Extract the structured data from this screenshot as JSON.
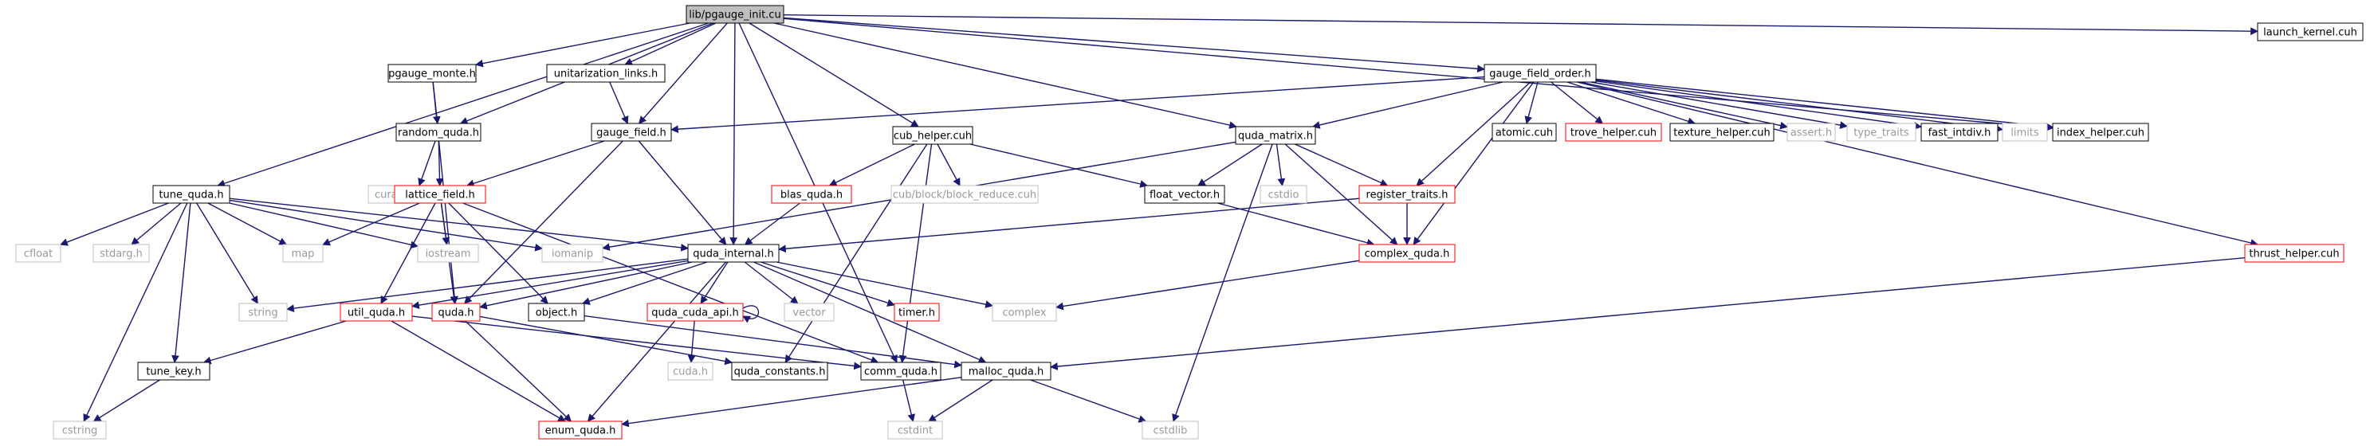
{
  "graph": {
    "nodes": [
      {
        "id": "root",
        "label": "lib/pgauge_init.cu",
        "style": "root"
      },
      {
        "id": "pgauge_monte",
        "label": "pgauge_monte.h",
        "style": "normal"
      },
      {
        "id": "unitarization",
        "label": "unitarization_links.h",
        "style": "normal"
      },
      {
        "id": "gauge_field_order",
        "label": "gauge_field_order.h",
        "style": "normal"
      },
      {
        "id": "launch_kernel",
        "label": "launch_kernel.cuh",
        "style": "normal"
      },
      {
        "id": "random_quda",
        "label": "random_quda.h",
        "style": "normal"
      },
      {
        "id": "gauge_field",
        "label": "gauge_field.h",
        "style": "normal"
      },
      {
        "id": "cub_helper",
        "label": "cub_helper.cuh",
        "style": "normal"
      },
      {
        "id": "quda_matrix",
        "label": "quda_matrix.h",
        "style": "normal"
      },
      {
        "id": "atomic",
        "label": "atomic.cuh",
        "style": "normal"
      },
      {
        "id": "trove_helper",
        "label": "trove_helper.cuh",
        "style": "red"
      },
      {
        "id": "texture_helper",
        "label": "texture_helper.cuh",
        "style": "normal"
      },
      {
        "id": "assert",
        "label": "assert.h",
        "style": "gray"
      },
      {
        "id": "type_traits",
        "label": "type_traits",
        "style": "gray"
      },
      {
        "id": "fast_intdiv",
        "label": "fast_intdiv.h",
        "style": "normal"
      },
      {
        "id": "limits",
        "label": "limits",
        "style": "gray"
      },
      {
        "id": "index_helper",
        "label": "index_helper.cuh",
        "style": "normal"
      },
      {
        "id": "curand_kernel",
        "label": "curand_kernel.h",
        "style": "gray"
      },
      {
        "id": "lattice_field",
        "label": "lattice_field.h",
        "style": "red"
      },
      {
        "id": "blas_quda",
        "label": "blas_quda.h",
        "style": "red"
      },
      {
        "id": "block_reduce",
        "label": "cub/block/block_reduce.cuh",
        "style": "gray"
      },
      {
        "id": "float_vector",
        "label": "float_vector.h",
        "style": "normal"
      },
      {
        "id": "cstdio",
        "label": "cstdio",
        "style": "gray"
      },
      {
        "id": "register_traits",
        "label": "register_traits.h",
        "style": "red"
      },
      {
        "id": "tune_quda",
        "label": "tune_quda.h",
        "style": "normal"
      },
      {
        "id": "cfloat",
        "label": "cfloat",
        "style": "gray"
      },
      {
        "id": "stdarg",
        "label": "stdarg.h",
        "style": "gray"
      },
      {
        "id": "map",
        "label": "map",
        "style": "gray"
      },
      {
        "id": "iostream",
        "label": "iostream",
        "style": "gray"
      },
      {
        "id": "iomanip",
        "label": "iomanip",
        "style": "gray"
      },
      {
        "id": "quda_internal",
        "label": "quda_internal.h",
        "style": "normal"
      },
      {
        "id": "complex_quda",
        "label": "complex_quda.h",
        "style": "red"
      },
      {
        "id": "thrust_helper",
        "label": "thrust_helper.cuh",
        "style": "red"
      },
      {
        "id": "string",
        "label": "string",
        "style": "gray"
      },
      {
        "id": "util_quda",
        "label": "util_quda.h",
        "style": "red"
      },
      {
        "id": "quda_h",
        "label": "quda.h",
        "style": "red"
      },
      {
        "id": "object",
        "label": "object.h",
        "style": "normal"
      },
      {
        "id": "quda_cuda_api",
        "label": "quda_cuda_api.h",
        "style": "red"
      },
      {
        "id": "vector",
        "label": "vector",
        "style": "gray"
      },
      {
        "id": "timer",
        "label": "timer.h",
        "style": "red"
      },
      {
        "id": "complex",
        "label": "complex",
        "style": "gray"
      },
      {
        "id": "tune_key",
        "label": "tune_key.h",
        "style": "normal"
      },
      {
        "id": "cuda_h",
        "label": "cuda.h",
        "style": "gray"
      },
      {
        "id": "quda_constants",
        "label": "quda_constants.h",
        "style": "normal"
      },
      {
        "id": "comm_quda",
        "label": "comm_quda.h",
        "style": "normal"
      },
      {
        "id": "malloc_quda",
        "label": "malloc_quda.h",
        "style": "normal"
      },
      {
        "id": "cstring",
        "label": "cstring",
        "style": "gray"
      },
      {
        "id": "enum_quda",
        "label": "enum_quda.h",
        "style": "red"
      },
      {
        "id": "cstdint",
        "label": "cstdint",
        "style": "gray"
      },
      {
        "id": "cstdlib",
        "label": "cstdlib",
        "style": "gray"
      }
    ],
    "edges": [
      [
        "root",
        "pgauge_monte"
      ],
      [
        "root",
        "unitarization"
      ],
      [
        "root",
        "gauge_field_order"
      ],
      [
        "root",
        "launch_kernel"
      ],
      [
        "root",
        "random_quda"
      ],
      [
        "root",
        "gauge_field"
      ],
      [
        "root",
        "cub_helper"
      ],
      [
        "root",
        "quda_matrix"
      ],
      [
        "root",
        "tune_quda"
      ],
      [
        "root",
        "quda_internal"
      ],
      [
        "root",
        "index_helper"
      ],
      [
        "root",
        "comm_quda"
      ],
      [
        "pgauge_monte",
        "random_quda"
      ],
      [
        "pgauge_monte",
        "quda_h"
      ],
      [
        "unitarization",
        "gauge_field"
      ],
      [
        "gauge_field_order",
        "gauge_field"
      ],
      [
        "gauge_field_order",
        "quda_matrix"
      ],
      [
        "gauge_field_order",
        "atomic"
      ],
      [
        "gauge_field_order",
        "trove_helper"
      ],
      [
        "gauge_field_order",
        "texture_helper"
      ],
      [
        "gauge_field_order",
        "assert"
      ],
      [
        "gauge_field_order",
        "type_traits"
      ],
      [
        "gauge_field_order",
        "fast_intdiv"
      ],
      [
        "gauge_field_order",
        "limits"
      ],
      [
        "gauge_field_order",
        "index_helper"
      ],
      [
        "gauge_field_order",
        "register_traits"
      ],
      [
        "gauge_field_order",
        "complex_quda"
      ],
      [
        "gauge_field_order",
        "thrust_helper"
      ],
      [
        "random_quda",
        "curand_kernel"
      ],
      [
        "random_quda",
        "lattice_field"
      ],
      [
        "gauge_field",
        "lattice_field"
      ],
      [
        "gauge_field",
        "quda_internal"
      ],
      [
        "gauge_field",
        "quda_h"
      ],
      [
        "cub_helper",
        "blas_quda"
      ],
      [
        "cub_helper",
        "block_reduce"
      ],
      [
        "cub_helper",
        "float_vector"
      ],
      [
        "cub_helper",
        "quda_constants"
      ],
      [
        "cub_helper",
        "comm_quda"
      ],
      [
        "quda_matrix",
        "float_vector"
      ],
      [
        "quda_matrix",
        "cstdio"
      ],
      [
        "quda_matrix",
        "register_traits"
      ],
      [
        "quda_matrix",
        "complex_quda"
      ],
      [
        "quda_matrix",
        "iomanip"
      ],
      [
        "quda_matrix",
        "cstdlib"
      ],
      [
        "register_traits",
        "complex_quda"
      ],
      [
        "register_traits",
        "quda_internal"
      ],
      [
        "float_vector",
        "complex_quda"
      ],
      [
        "blas_quda",
        "quda_internal"
      ],
      [
        "lattice_field",
        "map"
      ],
      [
        "lattice_field",
        "iostream"
      ],
      [
        "lattice_field",
        "util_quda"
      ],
      [
        "lattice_field",
        "quda_h"
      ],
      [
        "lattice_field",
        "object"
      ],
      [
        "lattice_field",
        "comm_quda"
      ],
      [
        "tune_quda",
        "cfloat"
      ],
      [
        "tune_quda",
        "stdarg"
      ],
      [
        "tune_quda",
        "map"
      ],
      [
        "tune_quda",
        "iostream"
      ],
      [
        "tune_quda",
        "iomanip"
      ],
      [
        "tune_quda",
        "quda_internal"
      ],
      [
        "tune_quda",
        "string"
      ],
      [
        "tune_quda",
        "tune_key"
      ],
      [
        "tune_quda",
        "cstring"
      ],
      [
        "quda_internal",
        "string"
      ],
      [
        "quda_internal",
        "util_quda"
      ],
      [
        "quda_internal",
        "quda_h"
      ],
      [
        "quda_internal",
        "object"
      ],
      [
        "quda_internal",
        "quda_cuda_api"
      ],
      [
        "quda_internal",
        "vector"
      ],
      [
        "quda_internal",
        "timer"
      ],
      [
        "quda_internal",
        "complex"
      ],
      [
        "quda_internal",
        "malloc_quda"
      ],
      [
        "quda_internal",
        "enum_quda"
      ],
      [
        "complex_quda",
        "complex"
      ],
      [
        "thrust_helper",
        "malloc_quda"
      ],
      [
        "util_quda",
        "tune_key"
      ],
      [
        "util_quda",
        "comm_quda"
      ],
      [
        "util_quda",
        "enum_quda"
      ],
      [
        "quda_h",
        "enum_quda"
      ],
      [
        "quda_h",
        "quda_constants"
      ],
      [
        "quda_cuda_api",
        "quda_cuda_api"
      ],
      [
        "quda_cuda_api",
        "cuda_h"
      ],
      [
        "object",
        "malloc_quda"
      ],
      [
        "tune_key",
        "cstring"
      ],
      [
        "comm_quda",
        "cstdint"
      ],
      [
        "malloc_quda",
        "enum_quda"
      ],
      [
        "malloc_quda",
        "cstdint"
      ],
      [
        "malloc_quda",
        "cstdlib"
      ]
    ]
  },
  "colors": {
    "edge": "#191970",
    "normal_border": "#000000",
    "red_border": "#ff0000",
    "gray_border": "#bfbfbf",
    "gray_text": "#9a9a9a",
    "root_fill": "#bfbfbf",
    "node_fill": "#ffffff"
  }
}
